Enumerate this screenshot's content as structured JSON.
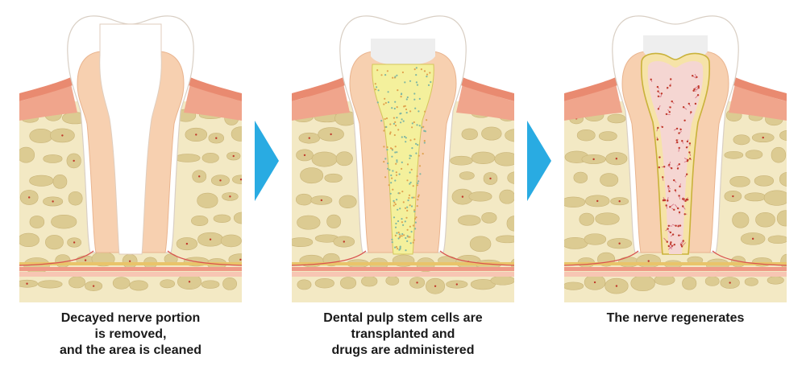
{
  "steps": [
    {
      "caption_lines": [
        "Decayed nerve portion",
        "is removed,",
        "and the area is cleaned"
      ],
      "pulp_state": "removed"
    },
    {
      "caption_lines": [
        "Dental pulp stem cells are",
        "transplanted and",
        "drugs are administered"
      ],
      "pulp_state": "stem-cells"
    },
    {
      "caption_lines": [
        "The nerve regenerates"
      ],
      "pulp_state": "regenerated"
    }
  ],
  "colors": {
    "arrow": "#29abe2",
    "bone": "#f3e9c4",
    "bone_lacuna": "#dccb92",
    "gum": "#f0a58c",
    "enamel": "#ffffff",
    "dentin": "#f7d0b0",
    "cleaned_canal": "#ffffff",
    "stem_cells_fill": "#f4f09c",
    "regenerated_pulp": "#f5d6d2",
    "filling": "#eeeeee"
  },
  "icons": [
    "arrow-right-icon",
    "arrow-right-icon"
  ]
}
